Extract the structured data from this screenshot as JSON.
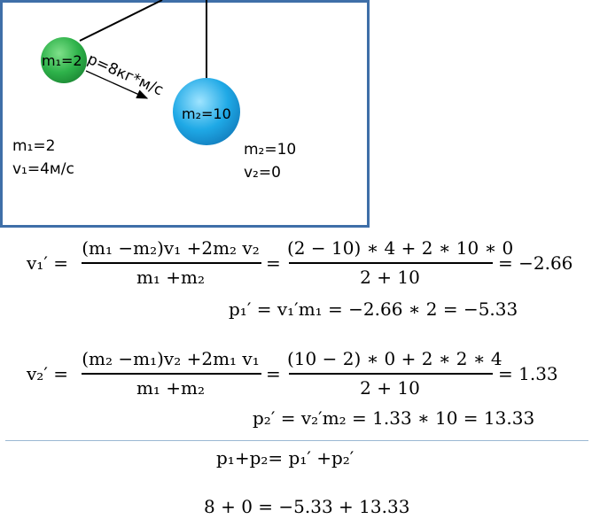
{
  "diagram": {
    "ball1_label": "m₁=2",
    "ball2_label": "m₂=10",
    "momentum_label": "p=8кг*м/с",
    "ball1_info": {
      "mass": "m₁=2",
      "velocity": "v₁=4м/с"
    },
    "ball2_info": {
      "mass": "m₂=10",
      "velocity": "v₂=0"
    },
    "colors": {
      "frame": "#3f6fa8",
      "ball1": "#2eb24a",
      "ball2": "#1fa9e6"
    }
  },
  "equations": {
    "v1": {
      "lhs": "v₁′ =",
      "num1": "(m₁ −m₂)v₁ +2m₂ v₂",
      "den1": "m₁ +m₂",
      "eq": "=",
      "num2": "(2 − 10) ∗ 4 + 2 ∗ 10 ∗ 0",
      "den2": "2 + 10",
      "result": "= −2.66"
    },
    "p1": "p₁′ = v₁′m₁ = −2.66 ∗ 2 = −5.33",
    "v2": {
      "lhs": "v₂′ =",
      "num1": "(m₂ −m₁)v₂ +2m₁ v₁",
      "den1": "m₁ +m₂",
      "eq": "=",
      "num2": "(10 − 2) ∗ 0 + 2 ∗ 2 ∗ 4",
      "den2": "2 + 10",
      "result": "= 1.33"
    },
    "p2": "p₂′ = v₂′m₂ = 1.33 ∗ 10 = 13.33",
    "conservation": "p₁+p₂= p₁′ +p₂′",
    "numeric_check": "8 + 0 = −5.33 + 13.33"
  }
}
